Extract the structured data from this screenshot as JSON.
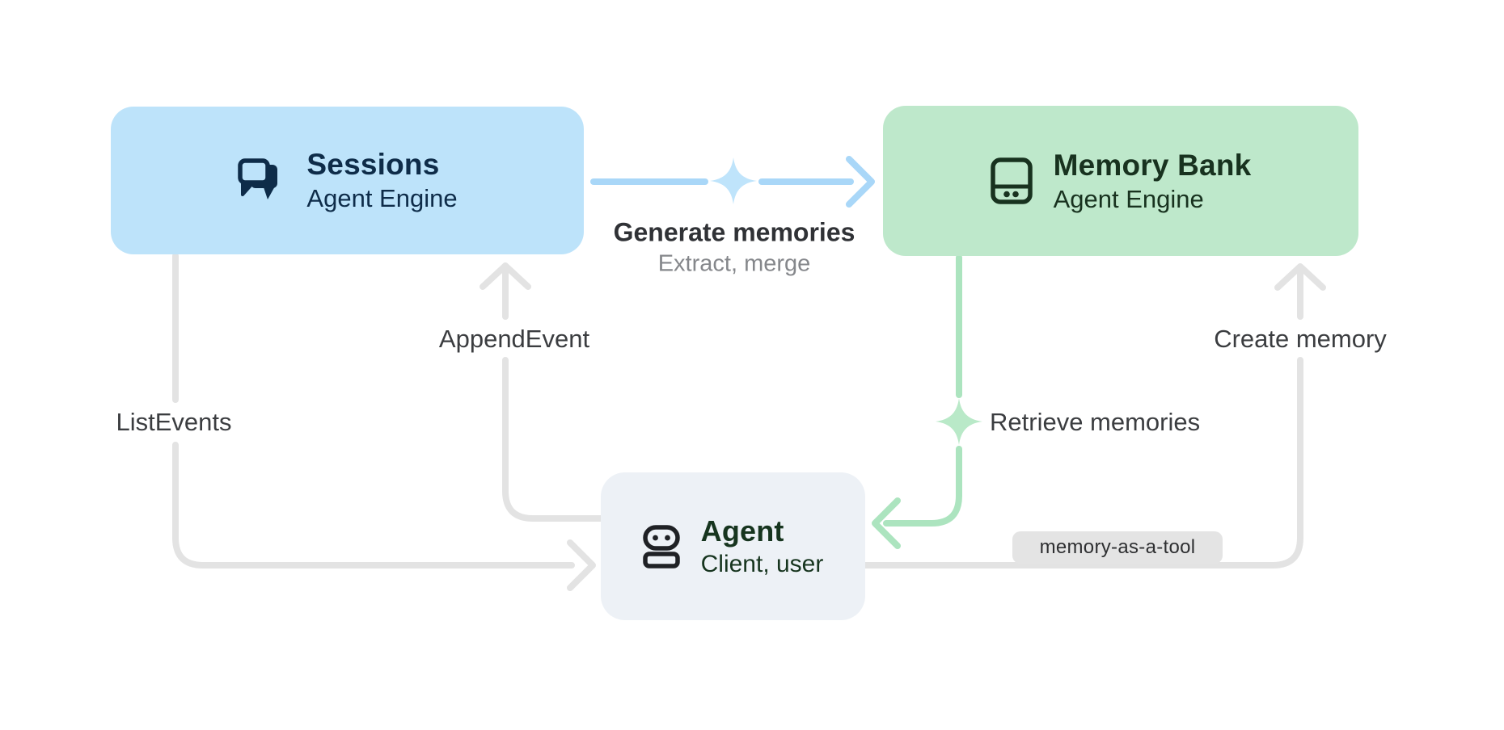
{
  "nodes": {
    "sessions": {
      "title": "Sessions",
      "subtitle": "Agent Engine",
      "icon": "chat-bubbles-icon",
      "bg_color": "#BDE3FA",
      "text_color": "#0E2C49"
    },
    "memory_bank": {
      "title": "Memory Bank",
      "subtitle": "Agent Engine",
      "icon": "memory-storage-icon",
      "bg_color": "#BEE8CB",
      "text_color": "#18321F"
    },
    "agent": {
      "title": "Agent",
      "subtitle": "Client, user",
      "icon": "robot-icon",
      "bg_color": "#EDF1F6",
      "text_color": "#17351F"
    }
  },
  "edges": {
    "generate_memories": {
      "label": "Generate memories",
      "sublabel": "Extract, merge",
      "from": "sessions",
      "to": "memory_bank",
      "color": "#A9D7F8",
      "sparkle_color": "#BFE4FB",
      "icon": "sparkle-icon"
    },
    "append_event": {
      "label": "AppendEvent",
      "from": "agent",
      "to": "sessions",
      "color": "#E3E3E3"
    },
    "list_events": {
      "label": "ListEvents",
      "from": "sessions",
      "to": "agent",
      "color": "#E3E3E3"
    },
    "retrieve_memories": {
      "label": "Retrieve memories",
      "from": "memory_bank",
      "to": "agent",
      "color": "#ACE4BF",
      "sparkle_color": "#B9E9C8",
      "icon": "sparkle-icon"
    },
    "create_memory": {
      "label": "Create memory",
      "badge": "memory-as-a-tool",
      "from": "agent",
      "to": "memory_bank",
      "color": "#E3E3E3",
      "badge_bg": "#E4E4E4"
    }
  }
}
